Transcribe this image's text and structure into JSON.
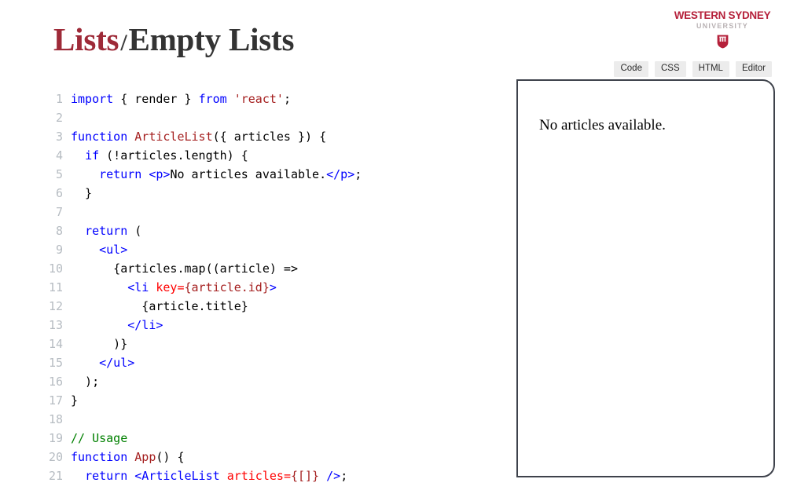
{
  "header": {
    "title_primary": "Lists",
    "title_separator": "/",
    "title_secondary": "Empty Lists"
  },
  "logo": {
    "main": "WESTERN SYDNEY",
    "sub": "UNIVERSITY",
    "shield_icon": "shield-icon",
    "brand_color": "#b5203a"
  },
  "tabs": [
    {
      "label": "Code"
    },
    {
      "label": "CSS"
    },
    {
      "label": "HTML"
    },
    {
      "label": "Editor"
    }
  ],
  "code": {
    "language": "jsx",
    "lines": [
      {
        "n": "1",
        "tokens": [
          {
            "t": "import",
            "c": "k"
          },
          {
            "t": " { render } ",
            "c": "p"
          },
          {
            "t": "from",
            "c": "k"
          },
          {
            "t": " ",
            "c": "p"
          },
          {
            "t": "'react'",
            "c": "s"
          },
          {
            "t": ";",
            "c": "p"
          }
        ]
      },
      {
        "n": "2",
        "tokens": []
      },
      {
        "n": "3",
        "tokens": [
          {
            "t": "function",
            "c": "k"
          },
          {
            "t": " ",
            "c": "p"
          },
          {
            "t": "ArticleList",
            "c": "f"
          },
          {
            "t": "({ articles }) {",
            "c": "p"
          }
        ]
      },
      {
        "n": "4",
        "tokens": [
          {
            "t": "  ",
            "c": "p"
          },
          {
            "t": "if",
            "c": "k"
          },
          {
            "t": " (!articles.length) {",
            "c": "p"
          }
        ]
      },
      {
        "n": "5",
        "tokens": [
          {
            "t": "    ",
            "c": "p"
          },
          {
            "t": "return",
            "c": "k"
          },
          {
            "t": " ",
            "c": "p"
          },
          {
            "t": "<p>",
            "c": "t"
          },
          {
            "t": "No articles available.",
            "c": "p"
          },
          {
            "t": "</p>",
            "c": "t"
          },
          {
            "t": ";",
            "c": "p"
          }
        ]
      },
      {
        "n": "6",
        "tokens": [
          {
            "t": "  }",
            "c": "p"
          }
        ]
      },
      {
        "n": "7",
        "tokens": []
      },
      {
        "n": "8",
        "tokens": [
          {
            "t": "  ",
            "c": "p"
          },
          {
            "t": "return",
            "c": "k"
          },
          {
            "t": " (",
            "c": "p"
          }
        ]
      },
      {
        "n": "9",
        "tokens": [
          {
            "t": "    ",
            "c": "p"
          },
          {
            "t": "<ul>",
            "c": "t"
          }
        ]
      },
      {
        "n": "10",
        "tokens": [
          {
            "t": "      {articles.map((article) =>",
            "c": "p"
          }
        ]
      },
      {
        "n": "11",
        "tokens": [
          {
            "t": "        ",
            "c": "p"
          },
          {
            "t": "<li ",
            "c": "t"
          },
          {
            "t": "key",
            "c": "at"
          },
          {
            "t": "=",
            "c": "at"
          },
          {
            "t": "{article.id}",
            "c": "av"
          },
          {
            "t": ">",
            "c": "t"
          }
        ]
      },
      {
        "n": "12",
        "tokens": [
          {
            "t": "          {article.title}",
            "c": "p"
          }
        ]
      },
      {
        "n": "13",
        "tokens": [
          {
            "t": "        ",
            "c": "p"
          },
          {
            "t": "</li>",
            "c": "t"
          }
        ]
      },
      {
        "n": "14",
        "tokens": [
          {
            "t": "      )}",
            "c": "p"
          }
        ]
      },
      {
        "n": "15",
        "tokens": [
          {
            "t": "    ",
            "c": "p"
          },
          {
            "t": "</ul>",
            "c": "t"
          }
        ]
      },
      {
        "n": "16",
        "tokens": [
          {
            "t": "  );",
            "c": "p"
          }
        ]
      },
      {
        "n": "17",
        "tokens": [
          {
            "t": "}",
            "c": "p"
          }
        ]
      },
      {
        "n": "18",
        "tokens": []
      },
      {
        "n": "19",
        "tokens": [
          {
            "t": "// Usage",
            "c": "cm"
          }
        ]
      },
      {
        "n": "20",
        "tokens": [
          {
            "t": "function",
            "c": "k"
          },
          {
            "t": " ",
            "c": "p"
          },
          {
            "t": "App",
            "c": "f"
          },
          {
            "t": "() {",
            "c": "p"
          }
        ]
      },
      {
        "n": "21",
        "tokens": [
          {
            "t": "  ",
            "c": "p"
          },
          {
            "t": "return",
            "c": "k"
          },
          {
            "t": " ",
            "c": "p"
          },
          {
            "t": "<ArticleList ",
            "c": "t"
          },
          {
            "t": "articles",
            "c": "at"
          },
          {
            "t": "=",
            "c": "at"
          },
          {
            "t": "{[]}",
            "c": "av"
          },
          {
            "t": " />",
            "c": "t"
          },
          {
            "t": ";",
            "c": "p"
          }
        ]
      }
    ]
  },
  "preview": {
    "output_text": "No articles available."
  }
}
